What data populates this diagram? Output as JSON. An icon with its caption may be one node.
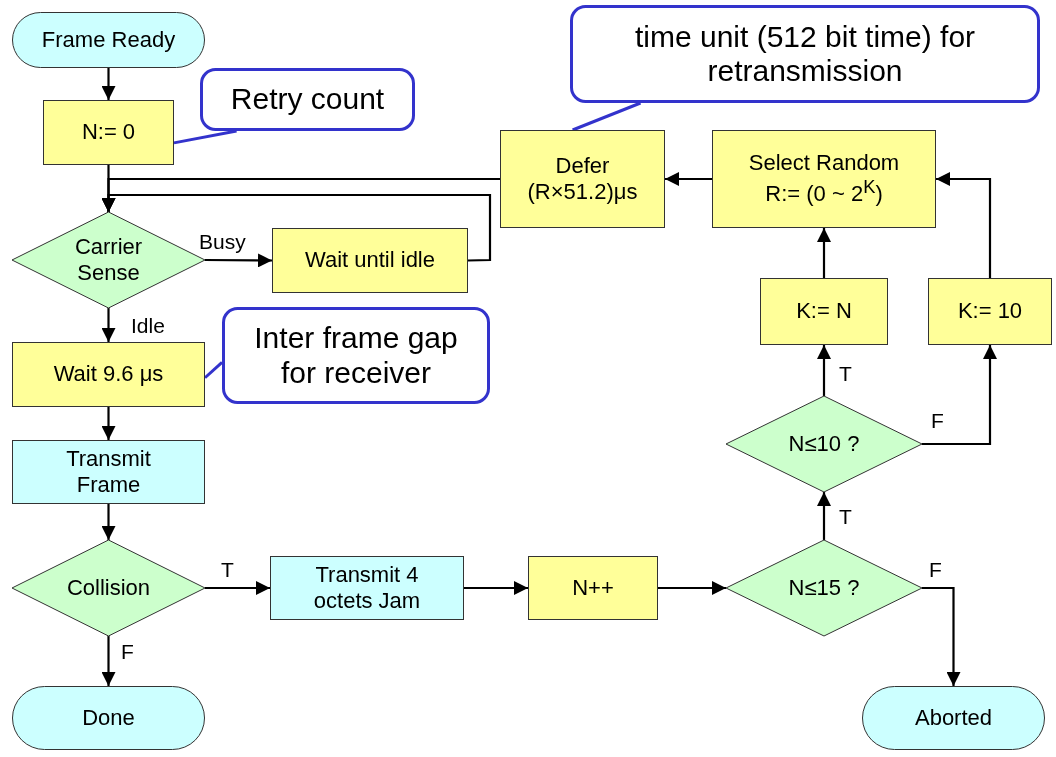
{
  "diagram": {
    "nodes": [
      {
        "text": [
          "Frame Ready"
        ]
      },
      {
        "text": [
          "N:= 0"
        ]
      },
      {
        "text": [
          "Retry count"
        ]
      },
      {
        "text": [
          "Carrier Sense"
        ]
      },
      {
        "text": [
          "Wait until idle"
        ]
      },
      {
        "text": [
          "Wait 9.6 μs"
        ]
      },
      {
        "text": [
          "Inter frame gap for receiver"
        ]
      },
      {
        "text": [
          "Transmit Frame"
        ]
      },
      {
        "text": [
          "Collision"
        ]
      },
      {
        "text": [
          "Transmit 4 octets Jam"
        ]
      },
      {
        "text": [
          "N++"
        ]
      },
      {
        "text": [
          "N≤15 ?"
        ]
      },
      {
        "text": [
          "Done"
        ]
      },
      {
        "text": [
          "Aborted"
        ]
      },
      {
        "text": [
          "N≤10 ?"
        ]
      },
      {
        "text": [
          "K:= N"
        ]
      },
      {
        "text": [
          "K:= 10"
        ]
      },
      {
        "text": [
          "Select Random R:= (0 ~ 2$^{K}$)"
        ]
      },
      {
        "text": [
          "Defer (R×51.2)μs"
        ]
      },
      {
        "text": [
          "time unit (512 bit time) for retransmission"
        ]
      }
    ],
    "edges": [
      {
        "from": 0,
        "to": 1,
        "arrow": "to"
      },
      {
        "from": 1,
        "to": 3,
        "arrow": "to"
      },
      {
        "from": 3,
        "to": 4,
        "arrow": "to",
        "label": "Busy"
      },
      {
        "from": 4,
        "to": 3,
        "arrow": "to"
      },
      {
        "from": 18,
        "to": 3,
        "arrow": "to"
      },
      {
        "from": 3,
        "to": 5,
        "arrow": "to",
        "label": "Idle"
      },
      {
        "from": 5,
        "to": 7,
        "arrow": "to"
      },
      {
        "from": 7,
        "to": 8,
        "arrow": "to"
      },
      {
        "from": 8,
        "to": 9,
        "arrow": "to",
        "label": "T"
      },
      {
        "from": 8,
        "to": 12,
        "arrow": "to",
        "label": "F"
      },
      {
        "from": 9,
        "to": 10,
        "arrow": "to"
      },
      {
        "from": 10,
        "to": 11,
        "arrow": "to"
      },
      {
        "from": 11,
        "to": 14,
        "arrow": "to",
        "label": "T"
      },
      {
        "from": 11,
        "to": 13,
        "arrow": "to",
        "label": "F"
      },
      {
        "from": 14,
        "to": 15,
        "arrow": "to",
        "label": "T"
      },
      {
        "from": 14,
        "to": 16,
        "arrow": "to",
        "label": "F"
      },
      {
        "from": 15,
        "to": 17,
        "arrow": "to"
      },
      {
        "from": 16,
        "to": 17,
        "arrow": "to"
      },
      {
        "from": 17,
        "to": 18,
        "arrow": "to"
      },
      {
        "from": 2,
        "to": 1,
        "arrow": "none",
        "color": "#3333cc"
      },
      {
        "from": 6,
        "to": 5,
        "arrow": "none",
        "color": "#3333cc"
      },
      {
        "from": 19,
        "to": 18,
        "arrow": "none",
        "color": "#3333cc"
      }
    ]
  }
}
